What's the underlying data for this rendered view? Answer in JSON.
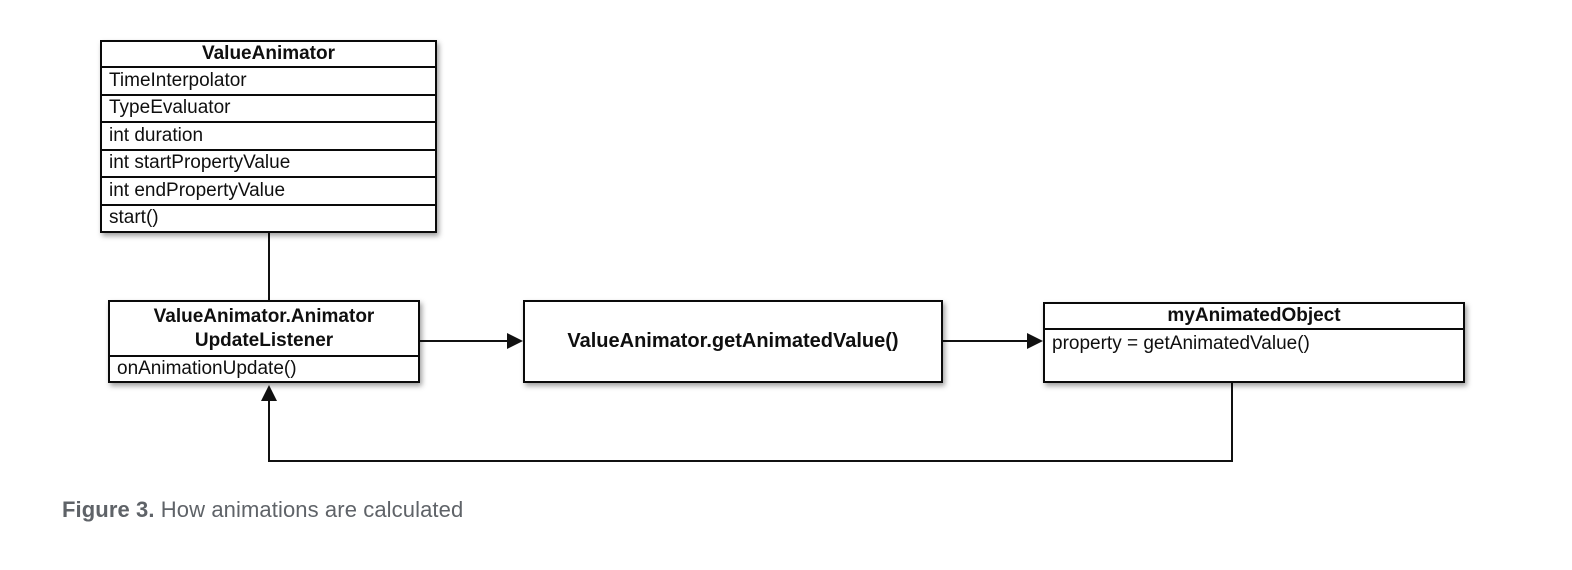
{
  "colors": {
    "page_background": "#ffffff",
    "box_border": "#0a0a0a",
    "box_background": "#ffffff",
    "box_text": "#0f0f0f",
    "connector_line": "#111111",
    "caption_text": "#5f6368"
  },
  "diagram": {
    "value_animator_class": {
      "title": "ValueAnimator",
      "fields": [
        "TimeInterpolator",
        "TypeEvaluator",
        "int duration",
        "int startPropertyValue",
        "int endPropertyValue",
        "start()"
      ]
    },
    "animator_update_listener": {
      "title_line1": "ValueAnimator.Animator",
      "title_line2": "UpdateListener",
      "method": "onAnimationUpdate()"
    },
    "get_animated_value_call": {
      "label": "ValueAnimator.getAnimatedValue()"
    },
    "my_animated_object": {
      "title": "myAnimatedObject",
      "assignment": "property = getAnimatedValue()"
    }
  },
  "caption": {
    "figure_label": "Figure 3.",
    "figure_text": " How animations are calculated"
  }
}
